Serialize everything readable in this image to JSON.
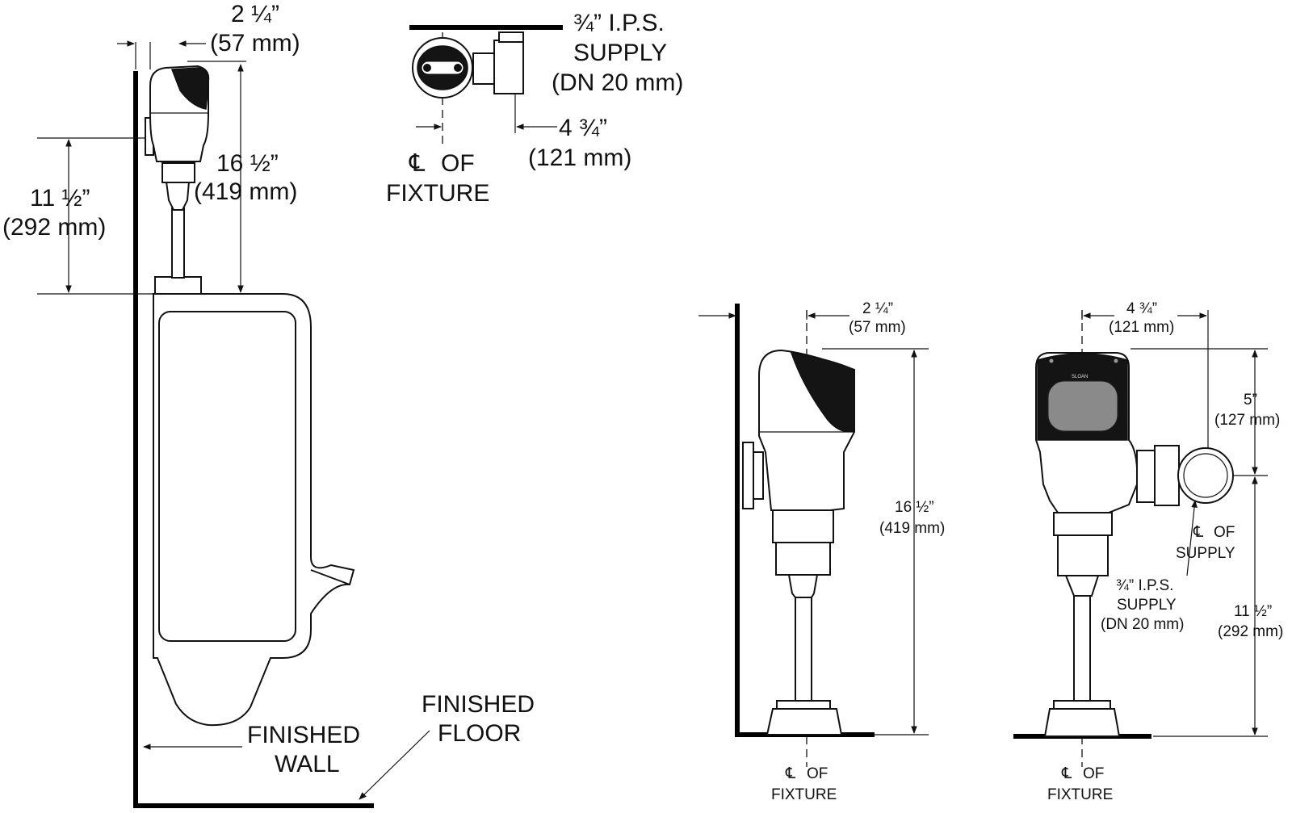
{
  "top_view": {
    "supply_size": "¾” I.P.S.",
    "supply_word": "SUPPLY",
    "supply_dn": "(DN 20 mm)",
    "offset_in": "4 ¾”",
    "offset_mm": "(121 mm)",
    "cl_symbol": "℄",
    "cl_of": "OF",
    "fixture": "FIXTURE"
  },
  "left_elevation": {
    "setback_in": "2 ¼”",
    "setback_mm": "(57 mm)",
    "height_in": "16 ½”",
    "height_mm": "(419 mm)",
    "supply_height_in": "11 ½”",
    "supply_height_mm": "(292 mm)",
    "finished_floor_1": "FINISHED",
    "finished_floor_2": "FLOOR",
    "finished_wall_1": "FINISHED",
    "finished_wall_2": "WALL"
  },
  "side_view": {
    "setback_in": "2 ¼”",
    "setback_mm": "(57 mm)",
    "height_in": "16 ½”",
    "height_mm": "(419 mm)",
    "cl_symbol": "℄",
    "cl_of": "OF",
    "fixture": "FIXTURE"
  },
  "front_view": {
    "offset_in": "4 ¾”",
    "offset_mm": "(121 mm)",
    "top_to_supply_in": "5”",
    "top_to_supply_mm": "(127 mm)",
    "supply_height_in": "11 ½”",
    "supply_height_mm": "(292 mm)",
    "cl_symbol": "℄",
    "cl_of": "OF",
    "supply_word": "SUPPLY",
    "supply_size": "¾” I.P.S.",
    "supply_label": "SUPPLY",
    "supply_dn": "(DN 20 mm)",
    "fixture": "FIXTURE",
    "brand": "SLOAN"
  },
  "colors": {
    "line": "#111111",
    "background": "#ffffff",
    "window": "#8a8a8a"
  }
}
